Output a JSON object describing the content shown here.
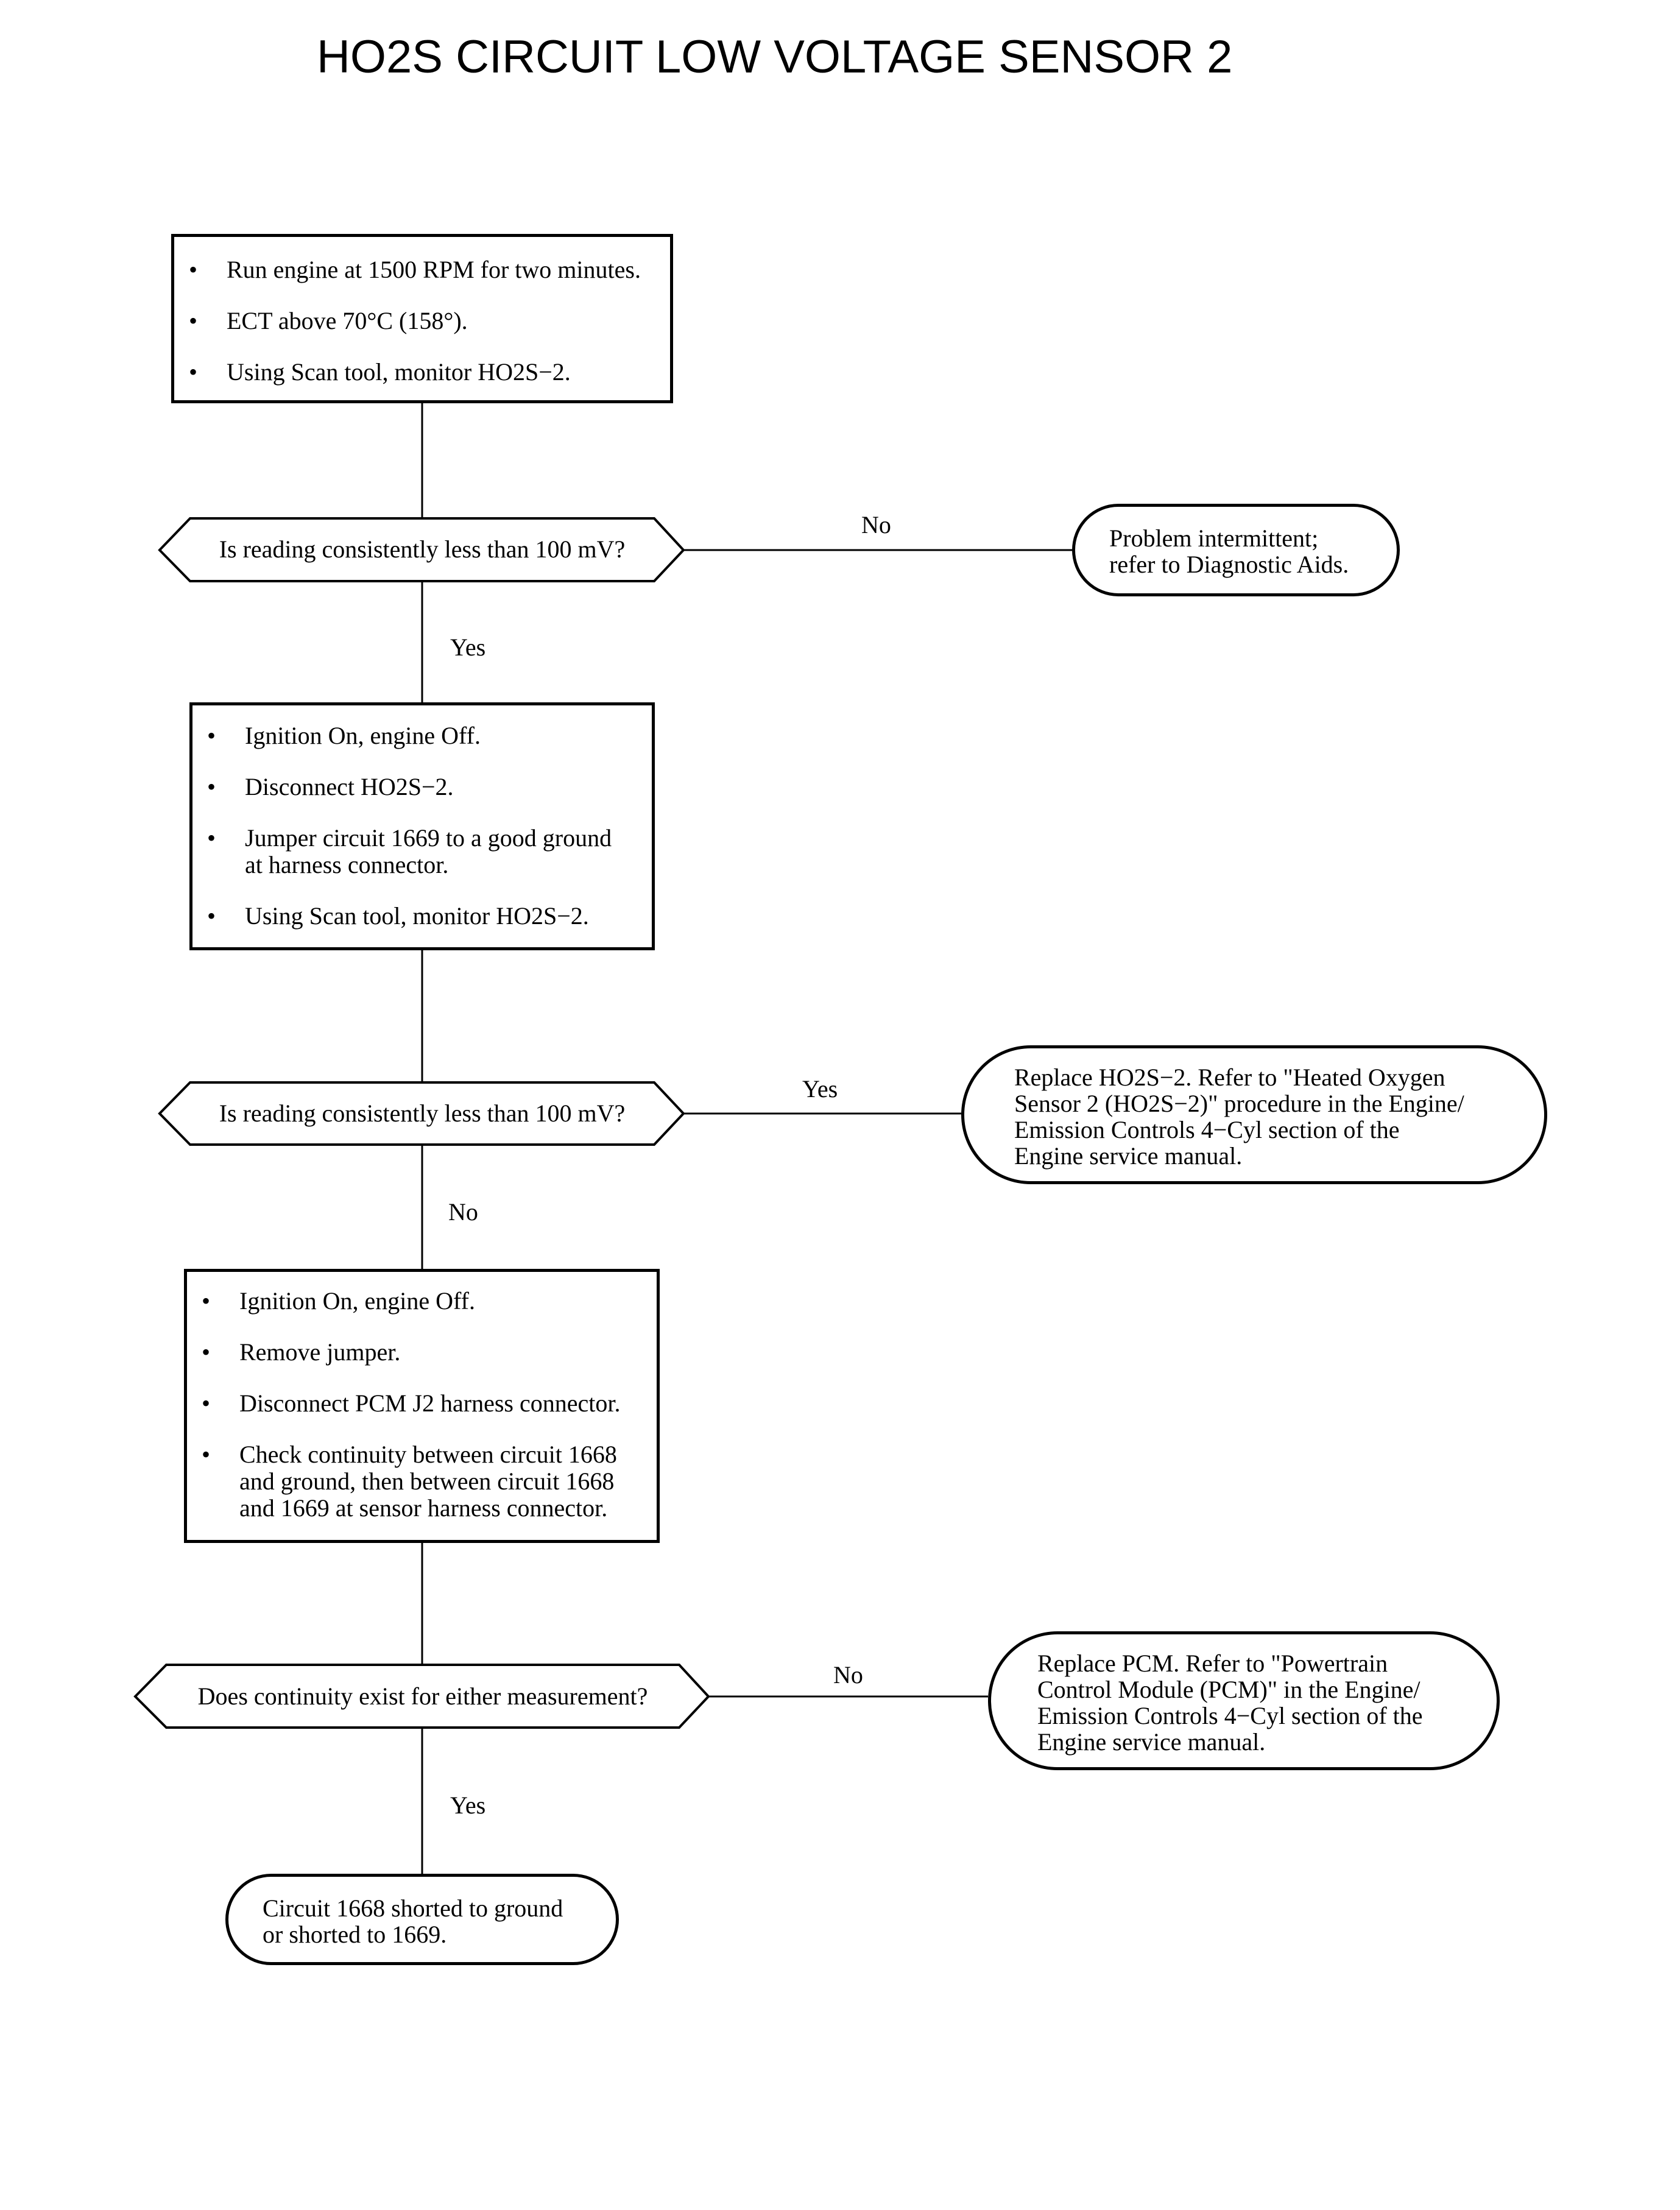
{
  "title": "HO2S CIRCUIT LOW VOLTAGE SENSOR 2",
  "steps": [
    {
      "items": [
        "Run engine at 1500 RPM for two minutes.",
        "ECT above 70°C (158°).",
        "Using Scan tool, monitor HO2S−2."
      ]
    },
    {
      "items": [
        "Ignition On, engine Off.",
        "Disconnect HO2S−2.",
        "Jumper circuit 1669 to a good ground\nat harness connector.",
        "Using Scan tool, monitor HO2S−2."
      ]
    },
    {
      "items": [
        "Ignition On, engine Off.",
        "Remove jumper.",
        "Disconnect PCM J2 harness connector.",
        "Check continuity between circuit 1668\nand ground, then between circuit 1668\nand 1669 at sensor harness connector."
      ]
    }
  ],
  "decisions": [
    {
      "question": "Is reading consistently less than 100 mV?",
      "side_label": "No",
      "down_label": "Yes"
    },
    {
      "question": "Is reading consistently less than 100 mV?",
      "side_label": "Yes",
      "down_label": "No"
    },
    {
      "question": "Does continuity exist for either measurement?",
      "side_label": "No",
      "down_label": "Yes"
    }
  ],
  "results": [
    {
      "text": "Problem intermittent;\nrefer to Diagnostic Aids."
    },
    {
      "text": "Replace HO2S−2. Refer to \"Heated Oxygen\nSensor 2 (HO2S−2)\" procedure in the Engine/\nEmission Controls 4−Cyl section of the\nEngine service manual."
    },
    {
      "text": "Replace PCM. Refer to \"Powertrain\nControl Module (PCM)\" in the Engine/\nEmission Controls 4−Cyl section of the\nEngine service manual."
    },
    {
      "text": "Circuit 1668 shorted to ground\nor shorted to 1669."
    }
  ]
}
